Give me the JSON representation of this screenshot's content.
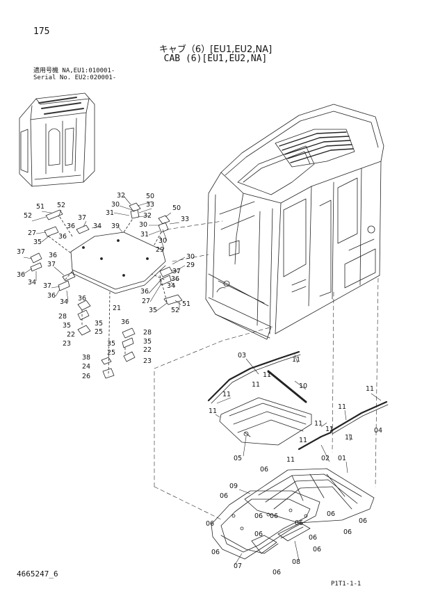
{
  "page_number": "175",
  "title_jp": "キャブ（6）[EU1,EU2,NA]",
  "title_en": "CAB (6)[EU1,EU2,NA]",
  "serial_applicability": {
    "line1": "適用号機  NA,EU1:010001-",
    "line2": "Serial No.    EU2:020001-"
  },
  "figure_id": "4665247_6",
  "page_ref": "P1T1-1-1",
  "callouts": {
    "c175_32a": "32",
    "c50a": "50",
    "c30a": "30",
    "c33a": "33",
    "c31a": "31",
    "c32b": "32",
    "c50b": "50",
    "c30b": "30",
    "c33b": "33",
    "c31b": "31",
    "c30c": "30",
    "c29a": "29",
    "c51a": "51",
    "c52a": "52",
    "c52b": "52",
    "c27a": "27",
    "c36a": "36",
    "c35a": "35",
    "c37a": "37",
    "c34a": "34",
    "c39": "39",
    "c36b": "36",
    "c37b": "37",
    "c36c": "36",
    "c36d": "36",
    "c34b": "34",
    "c37c": "37",
    "c37d": "37",
    "c36e": "36",
    "c34c": "34",
    "c30d": "30",
    "c29b": "29",
    "c37e": "37",
    "c36f": "36",
    "c34d": "34",
    "c36g": "36",
    "c27b": "27",
    "c51b": "51",
    "c35b": "35",
    "c52c": "52",
    "c21": "21",
    "c36h": "36",
    "c28a": "28",
    "c35c": "35",
    "c25a": "25",
    "c22a": "22",
    "c23a": "23",
    "c36i": "36",
    "c28b": "28",
    "c35d": "35",
    "c35e": "35",
    "c22b": "22",
    "c25b": "25",
    "c23b": "23",
    "c38": "38",
    "c24": "24",
    "c26": "26",
    "c03": "03",
    "c11a": "11",
    "c11b": "11",
    "c11c": "11",
    "c10": "10",
    "c11d": "11",
    "c11e": "11",
    "c11f": "11",
    "c11g": "11",
    "c11h": "11",
    "c11i": "11",
    "c11j": "11",
    "c04": "04",
    "c05": "05",
    "c11k": "11",
    "c02": "02",
    "c06a": "06",
    "c01": "01",
    "c09": "09",
    "c06b": "06",
    "c06c": "06",
    "c06d": "06",
    "c06e": "06",
    "c06f": "06",
    "c06g": "06",
    "c06h": "06",
    "c06i": "06",
    "c06j": "06",
    "c06k": "06",
    "c07": "07",
    "c08": "08",
    "c06l": "06",
    "c06m": "06"
  }
}
